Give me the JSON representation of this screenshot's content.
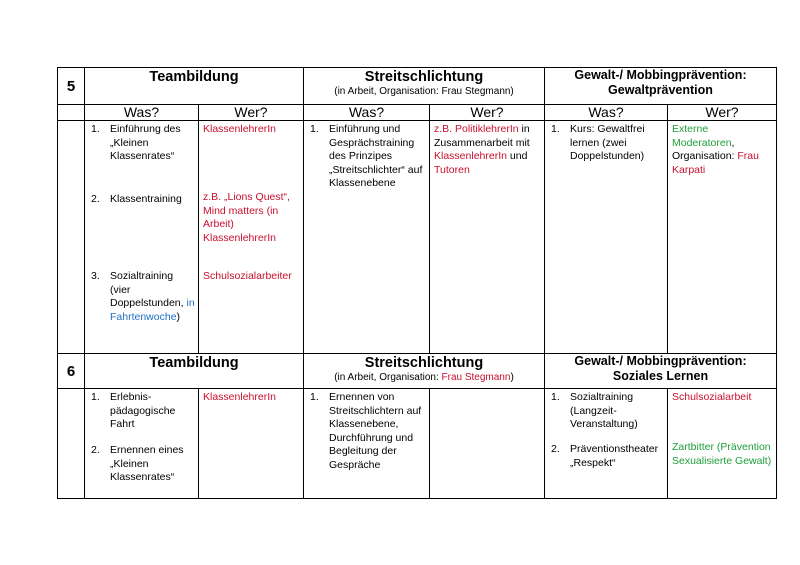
{
  "grade5": {
    "number": "5",
    "col1": {
      "title": "Teambildung"
    },
    "col2": {
      "title": "Streitschlichtung",
      "subtitle": "(in Arbeit, Organisation: Frau Stegmann)"
    },
    "col3": {
      "title_line1": "Gewalt-/ Mobbingprävention:",
      "title_line2": "Gewaltprävention"
    },
    "was": "Was?",
    "wer": "Wer?",
    "items": {
      "t1_num": "1.",
      "t1_text": "Einführung des „Kleinen Klassenrates“",
      "t2_num": "2.",
      "t2_text": "Klassentraining",
      "t3_num": "3.",
      "t3_text": "Sozialtraining (vier Doppelstunden,",
      "t3_blue": "in Fahrtenwoche",
      "t3_end": ")",
      "w1": "KlassenlehrerIn",
      "w2": "z.B. „Lions Quest“, Mind matters (in Arbeit) KlassenlehrerIn",
      "w3": "Schulsozialarbeiter",
      "s1_num": "1.",
      "s1_text": "Einführung und Gesprächstraining des Prinzipes „Streitschlichter“ auf Klassenebene",
      "sw_red1": "z.B. PolitiklehrerIn",
      "sw_mid": " in Zusammenarbeit mit ",
      "sw_red2": "KlassenlehrerIn",
      "sw_und": " und ",
      "sw_red3": "Tutoren",
      "g1_num": "1.",
      "g1_text": "Kurs: Gewaltfrei lernen (zwei Doppelstunden)",
      "gw_green": "Externe Moderatoren",
      "gw_mid": ", Organisation: ",
      "gw_red": "Frau Karpati"
    }
  },
  "grade6": {
    "number": "6",
    "col1": {
      "title": "Teambildung"
    },
    "col2": {
      "title": "Streitschlichtung",
      "subtitle_pre": "(in Arbeit, Organisation: ",
      "subtitle_red": "Frau Stegmann",
      "subtitle_post": ")"
    },
    "col3": {
      "title_line1": "Gewalt-/ Mobbingprävention:",
      "title_line2": "Soziales Lernen"
    },
    "items": {
      "t1_num": "1.",
      "t1_text": "Erlebnis-pädagogische Fahrt",
      "t2_num": "2.",
      "t2_text": "Ernennen eines „Kleinen Klassenrates“",
      "w1": "KlassenlehrerIn",
      "s1_num": "1.",
      "s1_text": "Ernennen von Streitschlichtern auf Klassenebene, Durchführung und Begleitung der Gespräche",
      "g1_num": "1.",
      "g1_text": "Sozialtraining (Langzeit-Veranstaltung)",
      "g2_num": "2.",
      "g2_text": "Präventionstheater „Respekt“",
      "gw1": "Schulsozialarbeit",
      "gw2": "Zartbitter (Prävention Sexualisierte Gewalt)"
    }
  },
  "colors": {
    "red": "#c8102e",
    "green": "#1e9e3a",
    "blue": "#1f6fc4"
  }
}
